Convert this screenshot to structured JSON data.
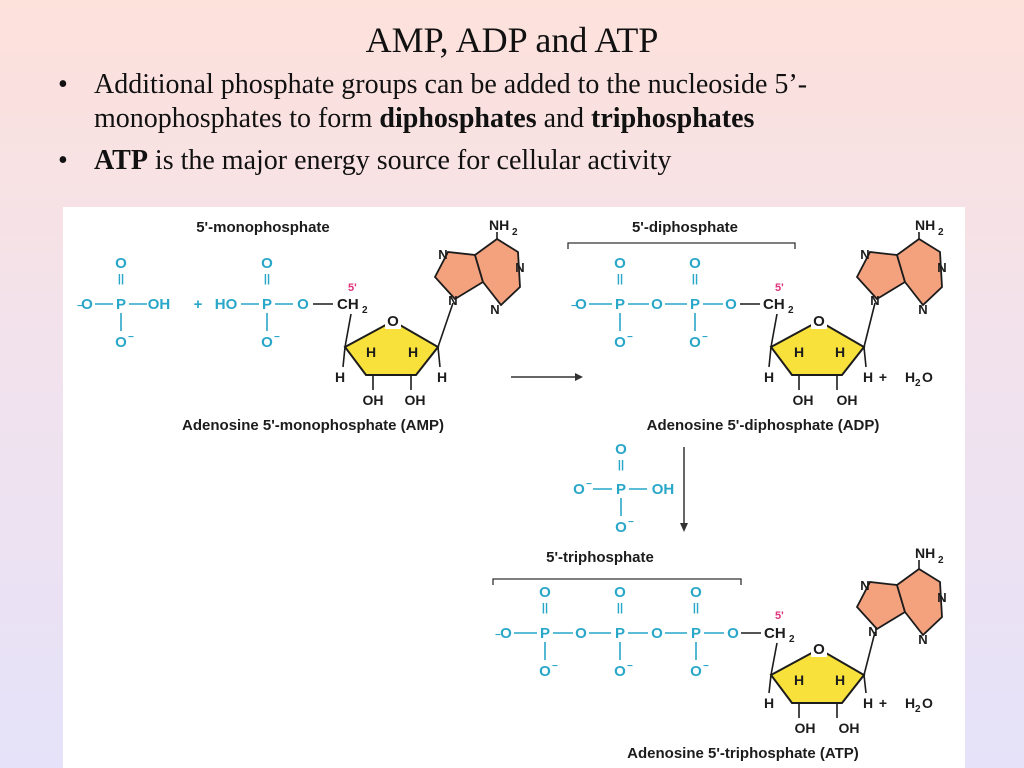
{
  "slide": {
    "title": "AMP, ADP and ATP",
    "bullets": [
      {
        "mark": "•",
        "text_a": "Additional phosphate groups can be added to the nucleoside 5’-monophosphates to form ",
        "bold_1": "diphosphates",
        "text_b": " and ",
        "bold_2": "triphosphates"
      },
      {
        "mark": "•",
        "bold": "ATP",
        "text": " is the major energy source for cellular activity"
      }
    ]
  },
  "figure": {
    "labels": {
      "mono_header": "5'-monophosphate",
      "di_header": "5'-diphosphate",
      "tri_header": "5'-triphosphate",
      "amp_name": "Adenosine 5'-monophosphate (AMP)",
      "adp_name": "Adenosine 5'-diphosphate (ADP)",
      "atp_name": "Adenosine 5'-triphosphate (ATP)"
    },
    "atoms": {
      "O": "O",
      "O_minus": "O",
      "minus": "−",
      "P": "P",
      "OH": "OH",
      "HO": "HO",
      "H": "H",
      "N": "N",
      "NH": "NH",
      "sub2": "2",
      "CH": "CH",
      "five_prime": "5'",
      "plus": "+",
      "H2O_H": "H",
      "H2O_O": "O",
      "dbl": "||"
    },
    "colors": {
      "phosphate": "#29a7c8",
      "adenine": "#f4a27e",
      "ribose": "#f7e13a",
      "five_prime": "#e0317a"
    }
  }
}
